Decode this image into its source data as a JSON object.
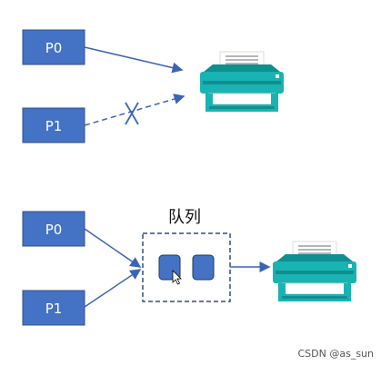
{
  "top": {
    "process_a": "P0",
    "process_b": "P1"
  },
  "bottom": {
    "process_a": "P0",
    "process_b": "P1",
    "queue_label": "队列"
  },
  "colors": {
    "process_fill": "#4472c4",
    "process_stroke": "#2f528f",
    "arrow": "#3c64b4",
    "queue_border": "#2f4f7f",
    "printer_teal": "#19b3b3",
    "printer_dark": "#0f8f8f"
  },
  "icons": [
    "printer-icon",
    "cross-icon",
    "arrow-icon",
    "cursor-icon"
  ],
  "watermark": "CSDN @as_sun"
}
